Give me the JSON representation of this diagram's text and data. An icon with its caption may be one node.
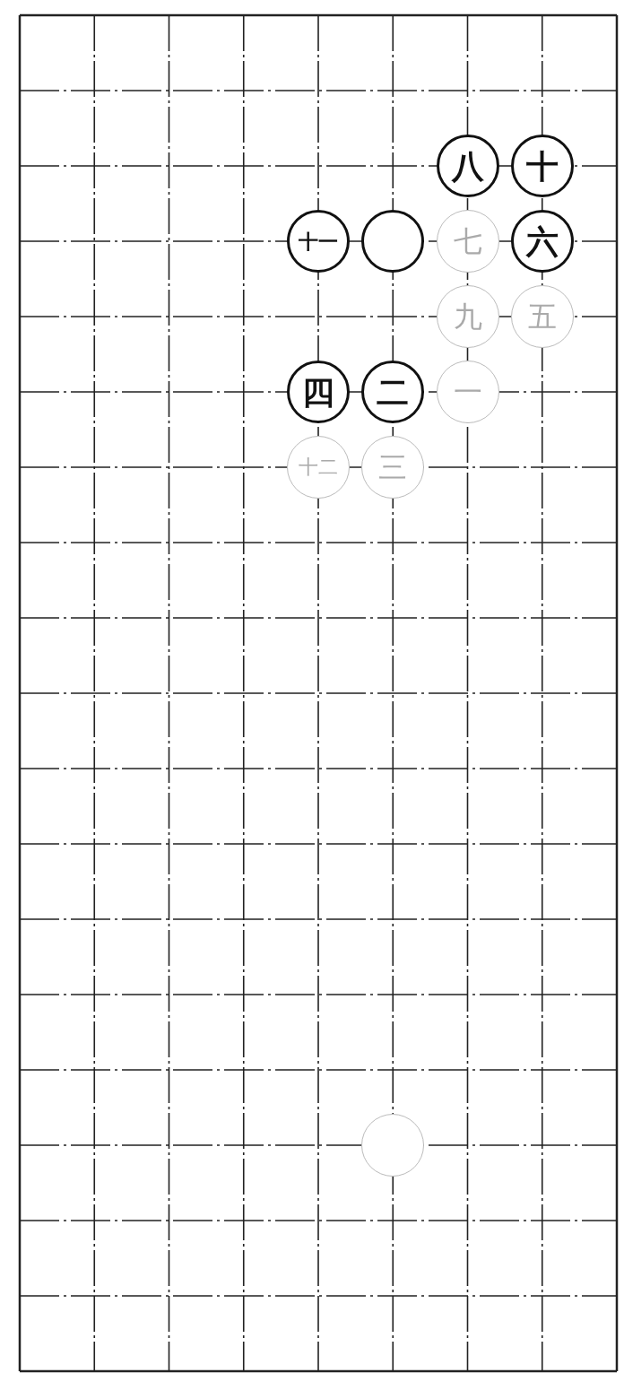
{
  "diagram": {
    "nodes": [
      {
        "text": [
          "八"
        ]
      },
      {
        "text": [
          "十"
        ]
      },
      {
        "text": [
          "十一"
        ]
      },
      {
        "text": [],
        "shape": "circle"
      },
      {
        "text": [
          "七"
        ]
      },
      {
        "text": [
          "六"
        ]
      },
      {
        "text": [
          "九"
        ]
      },
      {
        "text": [
          "五"
        ]
      },
      {
        "text": [
          "四"
        ]
      },
      {
        "text": [
          "二"
        ]
      },
      {
        "text": [
          "一"
        ]
      },
      {
        "text": [
          "十二"
        ]
      },
      {
        "text": [
          "三"
        ]
      },
      {
        "text": [],
        "shape": "circle"
      }
    ]
  }
}
